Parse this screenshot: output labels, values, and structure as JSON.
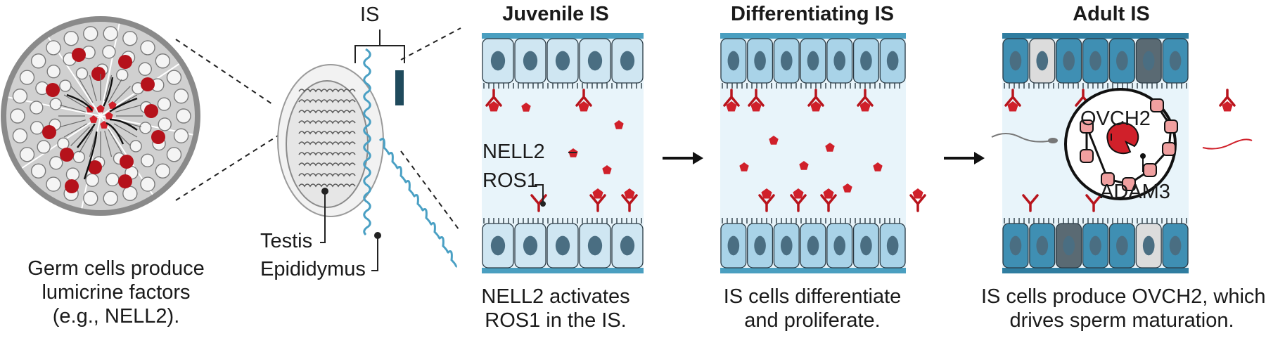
{
  "labels": {
    "is_bracket": "IS",
    "testis": "Testis",
    "epididymus": "Epididymus",
    "nell2": "NELL2",
    "ros1": "ROS1",
    "ovch2": "OVCH2",
    "adam3": "ADAM3"
  },
  "panels": [
    {
      "title": "",
      "caption_lines": [
        "Germ cells produce",
        "lumicrine factors",
        "(e.g., NELL2)."
      ]
    },
    {
      "title": "Juvenile IS",
      "caption_lines": [
        "NELL2 activates",
        "ROS1 in the IS."
      ]
    },
    {
      "title": "Differentiating IS",
      "caption_lines": [
        "IS cells differentiate",
        "and proliferate."
      ]
    },
    {
      "title": "Adult IS",
      "caption_lines": [
        "IS cells produce OVCH2, which",
        "drives sperm maturation."
      ]
    }
  ],
  "colors": {
    "juvenile_cell": "#cfe6f2",
    "differentiating_cell": "#a9d3e8",
    "adult_cell": "#3f8fb3",
    "adult_dark_cell": "#5a6a73",
    "adult_light_cell": "#dcdcdc",
    "lumen": "#e8f4fa",
    "factor": "#d0202a",
    "receptor": "#b8141c",
    "nucleus": "#4a6e82",
    "tubule_blue": "#4aa0c4",
    "seminiferous_bg": "#d0d0d0",
    "ovch2_pink": "#f0a0a0"
  }
}
